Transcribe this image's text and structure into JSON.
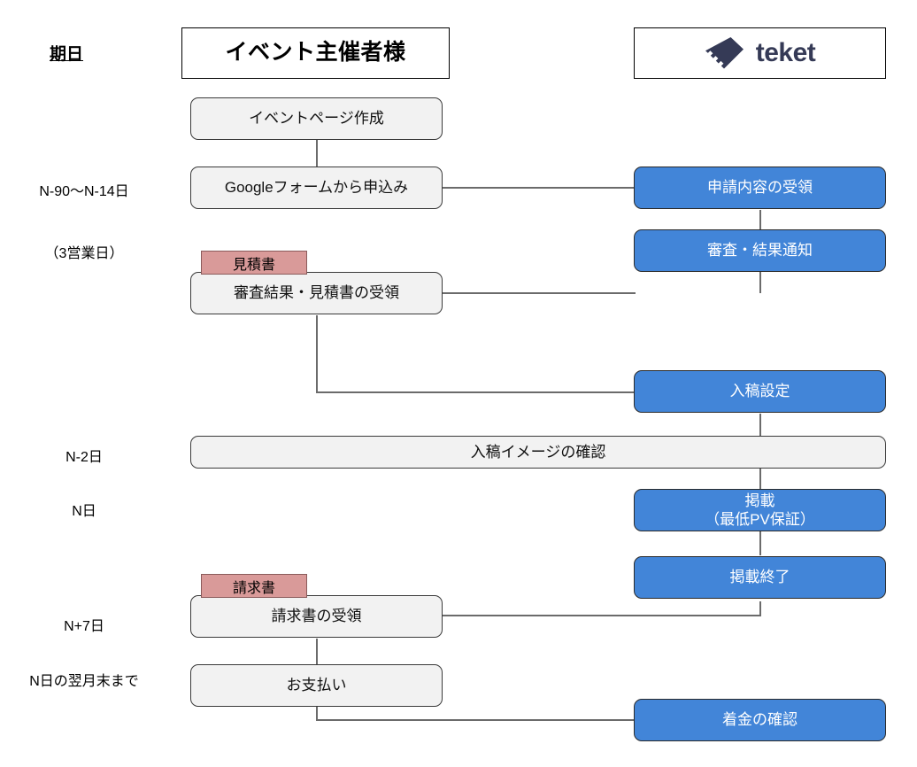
{
  "meta": {
    "title": "teket イベント掲載フロー",
    "colors": {
      "blue_box": "#4285D8",
      "gray_box": "#F2F2F2",
      "doc_tag_pink": "#D99A99",
      "logo_navy": "#353A56",
      "connector_gray": "#6B6B6B"
    }
  },
  "columns": {
    "date_heading": "期日",
    "organizer_header": "イベント主催者様",
    "teket_header": {
      "logo_icon": "ticket-icon",
      "wordmark": "teket"
    }
  },
  "date_labels": [
    {
      "id": "apply",
      "text": "N-90〜N-14日"
    },
    {
      "id": "review",
      "text": "（3営業日）"
    },
    {
      "id": "preview",
      "text": "N-2日"
    },
    {
      "id": "publish",
      "text": "N日"
    },
    {
      "id": "invoice",
      "text": "N+7日"
    },
    {
      "id": "payment",
      "text": "N日の翌月末まで"
    }
  ],
  "organizer_steps": [
    {
      "id": "create-page",
      "text": "イベントページ作成",
      "tag": null
    },
    {
      "id": "apply-form",
      "text": "Googleフォームから申込み",
      "tag": null
    },
    {
      "id": "receive-quote",
      "text": "審査結果・見積書の受領",
      "tag": "見積書"
    },
    {
      "id": "receive-bill",
      "text": "請求書の受領",
      "tag": "請求書"
    },
    {
      "id": "pay",
      "text": "お支払い",
      "tag": null
    }
  ],
  "shared_steps": [
    {
      "id": "confirm-creative",
      "text": "入稿イメージの確認"
    }
  ],
  "teket_steps": [
    {
      "id": "receive-application",
      "line1": "申請内容の受領",
      "line2": ""
    },
    {
      "id": "review-notify",
      "line1": "審査・結果通知",
      "line2": ""
    },
    {
      "id": "creative-setup",
      "line1": "入稿設定",
      "line2": ""
    },
    {
      "id": "publish",
      "line1": "掲載",
      "line2": "（最低PV保証）"
    },
    {
      "id": "publish-end",
      "line1": "掲載終了",
      "line2": ""
    },
    {
      "id": "confirm-payment",
      "line1": "着金の確認",
      "line2": ""
    }
  ]
}
